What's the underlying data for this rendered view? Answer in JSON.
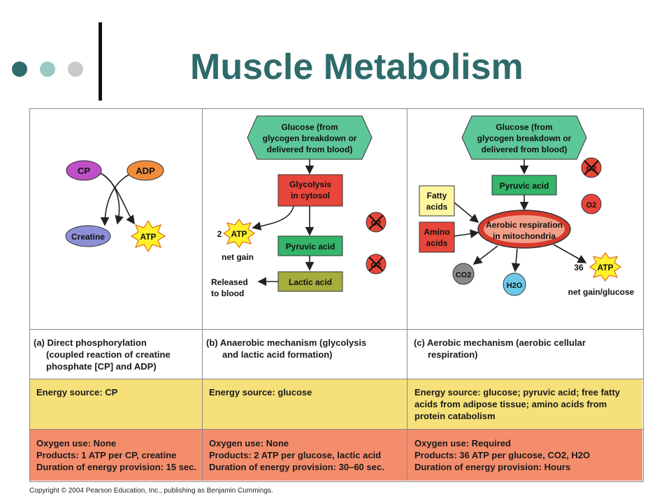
{
  "slide": {
    "title": "Muscle Metabolism"
  },
  "panel_a": {
    "cp": "CP",
    "adp": "ADP",
    "creatine": "Creatine",
    "atp": "ATP",
    "caption_lines": [
      "(a) Direct phosphorylation",
      "(coupled reaction of creatine",
      "phosphate [CP] and ADP)"
    ],
    "energy": "Energy source: CP",
    "oxygen_lines": [
      "Oxygen use: None",
      "Products: 1 ATP per CP, creatine",
      "Duration of energy provision: 15 sec."
    ]
  },
  "panel_b": {
    "glucose_lines": [
      "Glucose (from",
      "glycogen breakdown or",
      "delivered from blood)"
    ],
    "glycolysis_lines": [
      "Glycolysis",
      "in cytosol"
    ],
    "atp_count": "2",
    "atp": "ATP",
    "net_gain": "net gain",
    "pyruvic": "Pyruvic acid",
    "lactic": "Lactic acid",
    "released_lines": [
      "Released",
      "to blood"
    ],
    "o2": "O2",
    "caption_lines": [
      "(b) Anaerobic mechanism (glycolysis",
      "and lactic acid formation)"
    ],
    "energy": "Energy source: glucose",
    "oxygen_lines": [
      "Oxygen use: None",
      "Products: 2 ATP per glucose, lactic acid",
      "Duration of energy provision: 30–60 sec."
    ]
  },
  "panel_c": {
    "glucose_lines": [
      "Glucose (from",
      "glycogen breakdown or",
      "delivered from blood)"
    ],
    "pyruvic": "Pyruvic acid",
    "fatty_lines": [
      "Fatty",
      "acids"
    ],
    "amino_lines": [
      "Amino",
      "acids"
    ],
    "aerobic_lines": [
      "Aerobic respiration",
      "in mitochondria"
    ],
    "o2": "O2",
    "co2": "CO2",
    "h2o": "H2O",
    "atp_count": "36",
    "atp": "ATP",
    "net_gain": "net gain/glucose",
    "caption_lines": [
      "(c) Aerobic mechanism (aerobic cellular",
      "respiration)"
    ],
    "energy_lines": [
      "Energy source: glucose; pyruvic acid; free fatty",
      "acids from adipose tissue; amino acids from",
      "protein catabolism"
    ],
    "oxygen_lines": [
      "Oxygen use: Required",
      "Products: 36 ATP per glucose, CO2, H2O",
      "Duration of energy provision: Hours"
    ]
  },
  "footer": {
    "copyright": "Copyright © 2004 Pearson Education, Inc., publishing as Benjamin Cummings."
  },
  "colors": {
    "title": "#2e6b6b",
    "hexagon": "#5ec79a",
    "red_box": "#e8463a",
    "green_box": "#33b56a",
    "olive_box": "#a7ad3c",
    "cp": "#c050c8",
    "adp": "#f08c3c",
    "creatine": "#8e8ed6",
    "atp_star": "#fff22a",
    "yellow_band": "#f5e07a",
    "red_band": "#f48d6c"
  }
}
